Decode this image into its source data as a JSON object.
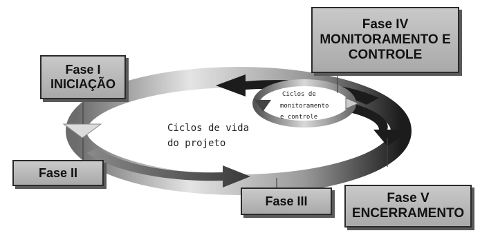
{
  "diagram": {
    "center_label_line1": "Ciclos de vida",
    "center_label_line2": "do projeto",
    "inner_label_line1": "Ciclos de",
    "inner_label_line2": "monitoramento",
    "inner_label_line3": "e controle",
    "phases": {
      "fase1": {
        "title": "Fase I",
        "subtitle": "INICIAÇÃO"
      },
      "fase2": {
        "title": "Fase II"
      },
      "fase3": {
        "title": "Fase III"
      },
      "fase4": {
        "title": "Fase IV",
        "subtitle_line1": "MONITORAMENTO E",
        "subtitle_line2": "CONTROLE"
      },
      "fase5": {
        "title": "Fase V",
        "subtitle": "ENCERRAMENTO"
      }
    }
  },
  "colors": {
    "box_fill": "#b5b5b5",
    "box_border": "#2a2a2a",
    "ring_light": "#e6e6e6",
    "ring_dark": "#1a1a1a"
  }
}
